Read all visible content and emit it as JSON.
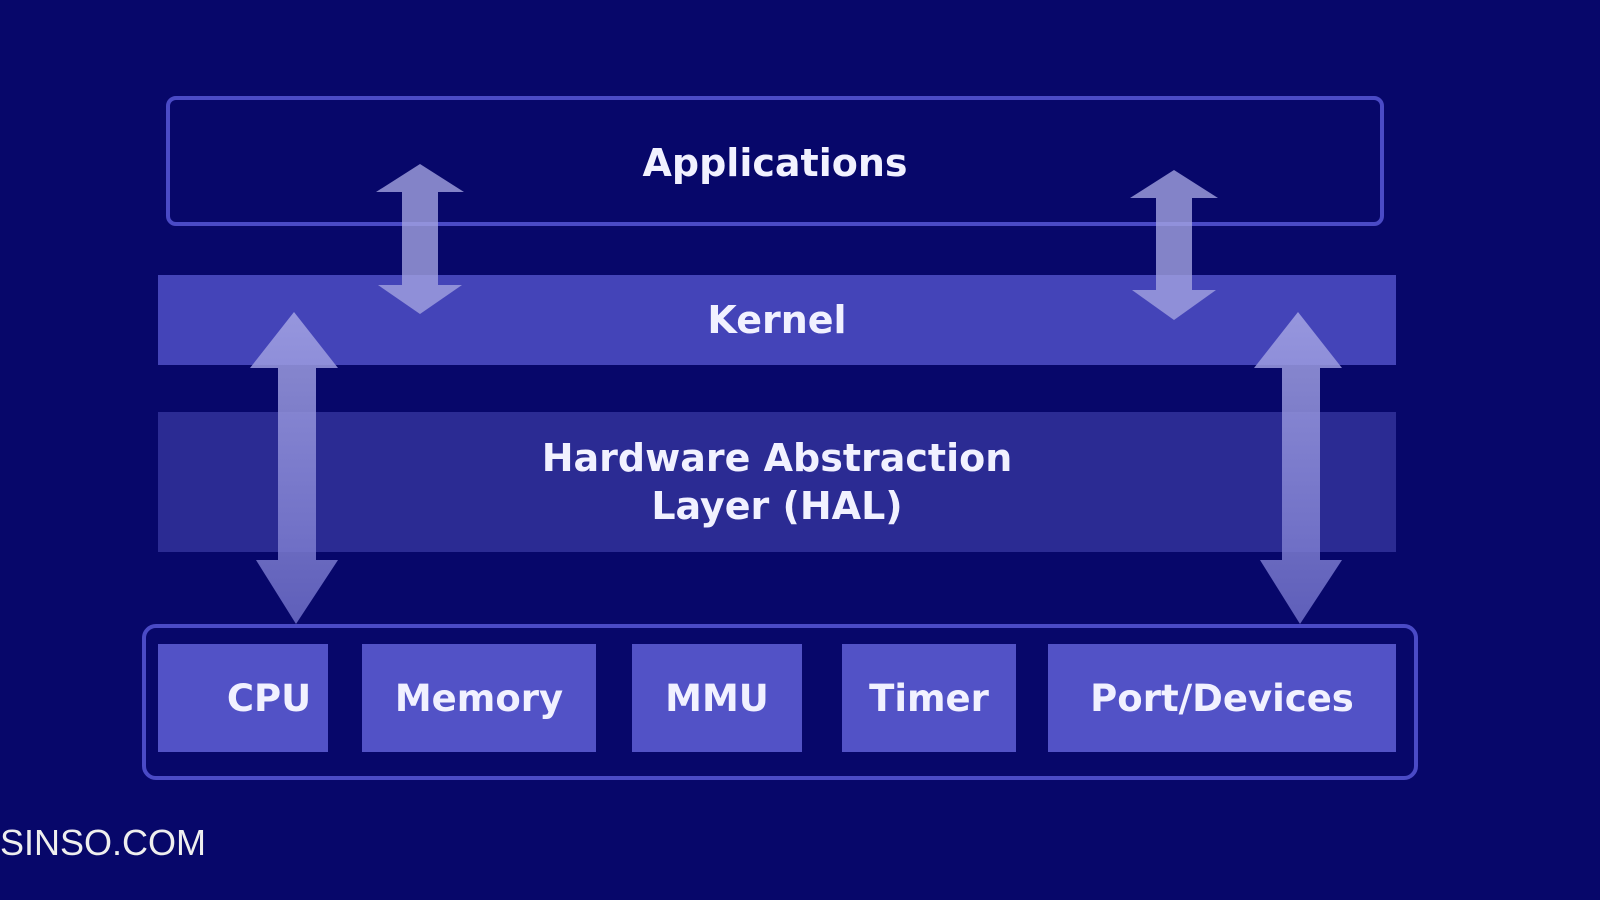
{
  "layers": {
    "applications": "Applications",
    "kernel": "Kernel",
    "hal_line1": "Hardware Abstraction",
    "hal_line2": "Layer (HAL)"
  },
  "hardware": {
    "cpu": "CPU",
    "memory": "Memory",
    "mmu": "MMU",
    "timer": "Timer",
    "port_devices": "Port/Devices"
  },
  "watermark": "SINSO.COM",
  "colors": {
    "background": "#07076a",
    "kernel": "#4444b8",
    "hal": "#2b2b93",
    "hardware_block": "#5252c6",
    "border": "#4a4ac6",
    "arrow": "#9999dd"
  }
}
